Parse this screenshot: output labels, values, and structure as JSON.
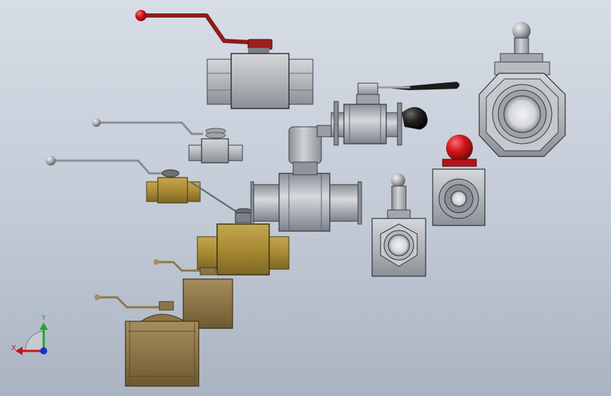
{
  "viewport": {
    "background_top": "#d7dde6",
    "background_bottom": "#aab3c1"
  },
  "colors": {
    "handle_red": "#8e1c1c",
    "knob_red": "#c0151c",
    "body_gray": "#b6b9be",
    "brass": "#a88a3a",
    "bronze": "#8f7647",
    "black_grip": "#1c1c1c",
    "axis_x": "#c0151c",
    "axis_y": "#1ea330",
    "axis_z": "#1a2fd0"
  },
  "triad": {
    "x_label": "X",
    "y_label": "Y"
  },
  "models": [
    {
      "name": "ball-valve-red-lever",
      "icon": "red-lever-handle-icon"
    },
    {
      "name": "ball-valve-small-gray",
      "icon": "wire-handle-icon"
    },
    {
      "name": "ball-valve-brass-small",
      "icon": "wire-handle-icon"
    },
    {
      "name": "ball-valve-brass-large",
      "icon": "body-icon"
    },
    {
      "name": "ball-valve-bronze",
      "icon": "wire-handle-icon"
    },
    {
      "name": "ball-valve-bronze-large",
      "icon": "body-icon"
    },
    {
      "name": "sanitary-ball-valve",
      "icon": "black-lever-icon"
    },
    {
      "name": "tee-ball-valve",
      "icon": "black-knob-icon"
    },
    {
      "name": "hex-port-valve-small",
      "icon": "gray-knob-icon"
    },
    {
      "name": "square-port-valve-red-knob",
      "icon": "red-knob-icon"
    },
    {
      "name": "hex-port-valve-large",
      "icon": "gray-knob-icon"
    }
  ]
}
